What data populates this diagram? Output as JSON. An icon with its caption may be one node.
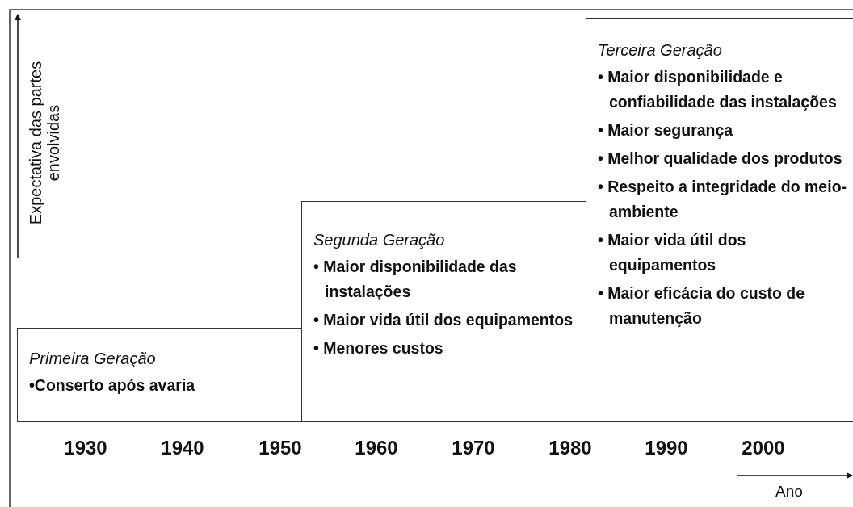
{
  "diagram": {
    "nodes": [
      {
        "text": [
          "Primeira Geração",
          "•Conserto após avaria"
        ]
      },
      {
        "text": [
          "Segunda Geração",
          "• Maior disponibilidade das instalações",
          "• Maior vida útil dos equipamentos",
          "• Menores custos"
        ]
      },
      {
        "text": [
          "Terceira Geração",
          "• Maior disponibilidade e confiabilidade das instalações",
          "• Maior segurança",
          "• Melhor qualidade dos produtos",
          "• Respeito a integridade do meio-ambiente",
          "• Maior vida útil dos equipamentos",
          "• Maior eficácia do custo de manutenção"
        ]
      }
    ],
    "labels": [
      "Expectativa das partes envolvidas",
      "1930",
      "1940",
      "1950",
      "1960",
      "1970",
      "1980",
      "1990",
      "2000",
      "Ano"
    ]
  }
}
